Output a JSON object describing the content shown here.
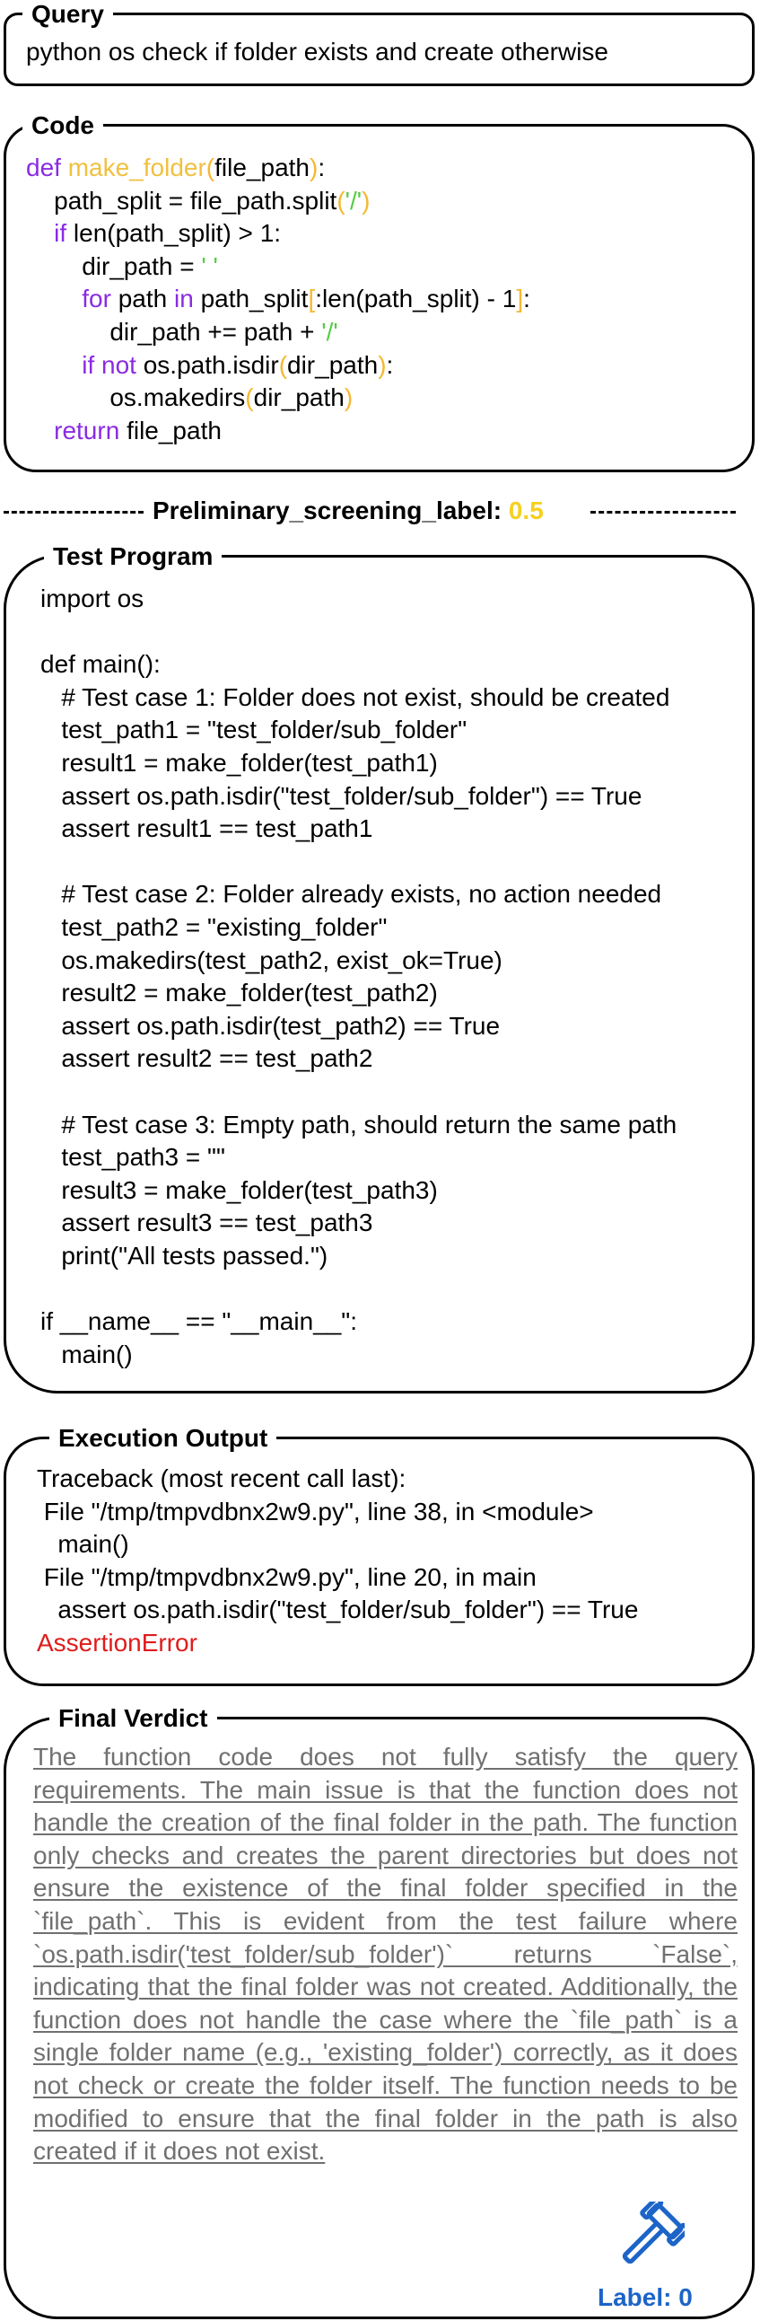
{
  "query": {
    "title": "Query",
    "text": "python os check if folder exists and create otherwise"
  },
  "code": {
    "title": "Code",
    "lines": [
      [
        {
          "t": "def ",
          "c": "kw"
        },
        {
          "t": "make_folder",
          "c": "fn"
        },
        {
          "t": "(",
          "c": "br"
        },
        {
          "t": "file_path",
          "c": ""
        },
        {
          "t": ")",
          "c": "br"
        },
        {
          "t": ":",
          "c": ""
        }
      ],
      [
        {
          "t": "    path_split = file_path.split",
          "c": ""
        },
        {
          "t": "(",
          "c": "br"
        },
        {
          "t": "'/'",
          "c": "str"
        },
        {
          "t": ")",
          "c": "br"
        }
      ],
      [
        {
          "t": "    ",
          "c": ""
        },
        {
          "t": "if ",
          "c": "kw"
        },
        {
          "t": "len(path_split) > 1:",
          "c": ""
        }
      ],
      [
        {
          "t": "        dir_path = ",
          "c": ""
        },
        {
          "t": "' '",
          "c": "str"
        }
      ],
      [
        {
          "t": "        ",
          "c": ""
        },
        {
          "t": "for ",
          "c": "kw"
        },
        {
          "t": "path ",
          "c": ""
        },
        {
          "t": "in ",
          "c": "kw"
        },
        {
          "t": "path_split",
          "c": ""
        },
        {
          "t": "[",
          "c": "br"
        },
        {
          "t": ":len(path_split) - 1",
          "c": ""
        },
        {
          "t": "]",
          "c": "br"
        },
        {
          "t": ":",
          "c": ""
        }
      ],
      [
        {
          "t": "            dir_path += path + ",
          "c": ""
        },
        {
          "t": "'/'",
          "c": "str"
        }
      ],
      [
        {
          "t": "        ",
          "c": ""
        },
        {
          "t": "if not ",
          "c": "kw"
        },
        {
          "t": "os.path.isdir",
          "c": ""
        },
        {
          "t": "(",
          "c": "br"
        },
        {
          "t": "dir_path",
          "c": ""
        },
        {
          "t": ")",
          "c": "br"
        },
        {
          "t": ":",
          "c": ""
        }
      ],
      [
        {
          "t": "            os.makedirs",
          "c": ""
        },
        {
          "t": "(",
          "c": "br"
        },
        {
          "t": "dir_path",
          "c": ""
        },
        {
          "t": ")",
          "c": "br"
        }
      ],
      [
        {
          "t": "    ",
          "c": ""
        },
        {
          "t": "return ",
          "c": "kw"
        },
        {
          "t": "file_path",
          "c": ""
        }
      ]
    ]
  },
  "screening": {
    "label": "Preliminary_screening_label: ",
    "value": "0.5"
  },
  "test_program": {
    "title": "Test Program",
    "lines": [
      "import os",
      "",
      "def main():",
      "   # Test case 1: Folder does not exist, should be created",
      "   test_path1 = \"test_folder/sub_folder\"",
      "   result1 = make_folder(test_path1)",
      "   assert os.path.isdir(\"test_folder/sub_folder\") == True",
      "   assert result1 == test_path1",
      "",
      "   # Test case 2: Folder already exists, no action needed",
      "   test_path2 = \"existing_folder\"",
      "   os.makedirs(test_path2, exist_ok=True)",
      "   result2 = make_folder(test_path2)",
      "   assert os.path.isdir(test_path2) == True",
      "   assert result2 == test_path2",
      "",
      "   # Test case 3: Empty path, should return the same path",
      "   test_path3 = \"\"",
      "   result3 = make_folder(test_path3)",
      "   assert result3 == test_path3",
      "   print(\"All tests passed.\")",
      "",
      "if __name__ == \"__main__\":",
      "   main()"
    ]
  },
  "execution": {
    "title": "Execution Output",
    "lines": [
      "Traceback (most recent call last):",
      " File \"/tmp/tmpvdbnx2w9.py\", line 38, in <module>",
      "   main()",
      " File \"/tmp/tmpvdbnx2w9.py\", line 20, in main",
      "   assert os.path.isdir(\"test_folder/sub_folder\") == True"
    ],
    "error": "AssertionError"
  },
  "verdict": {
    "title": "Final Verdict",
    "text": "The function code does not fully satisfy the query requirements. The main issue is that the function does not handle the creation of the final folder in the path. The function only checks and creates the parent directories but does not ensure the existence of the final folder specified in the `file_path`. This is evident from the test failure where `os.path.isdir('test_folder/sub_folder')` returns `False`, indicating that the final folder was not created. Additionally, the function does not handle the case where the `file_path` is a single folder name (e.g., 'existing_folder') correctly, as it does not check or create the folder itself. The function needs to be modified to ensure that the final folder in the path is also created if it does not exist.",
    "label": "Label: 0",
    "icon": "gavel-icon",
    "label_color": "#1c64c8"
  }
}
